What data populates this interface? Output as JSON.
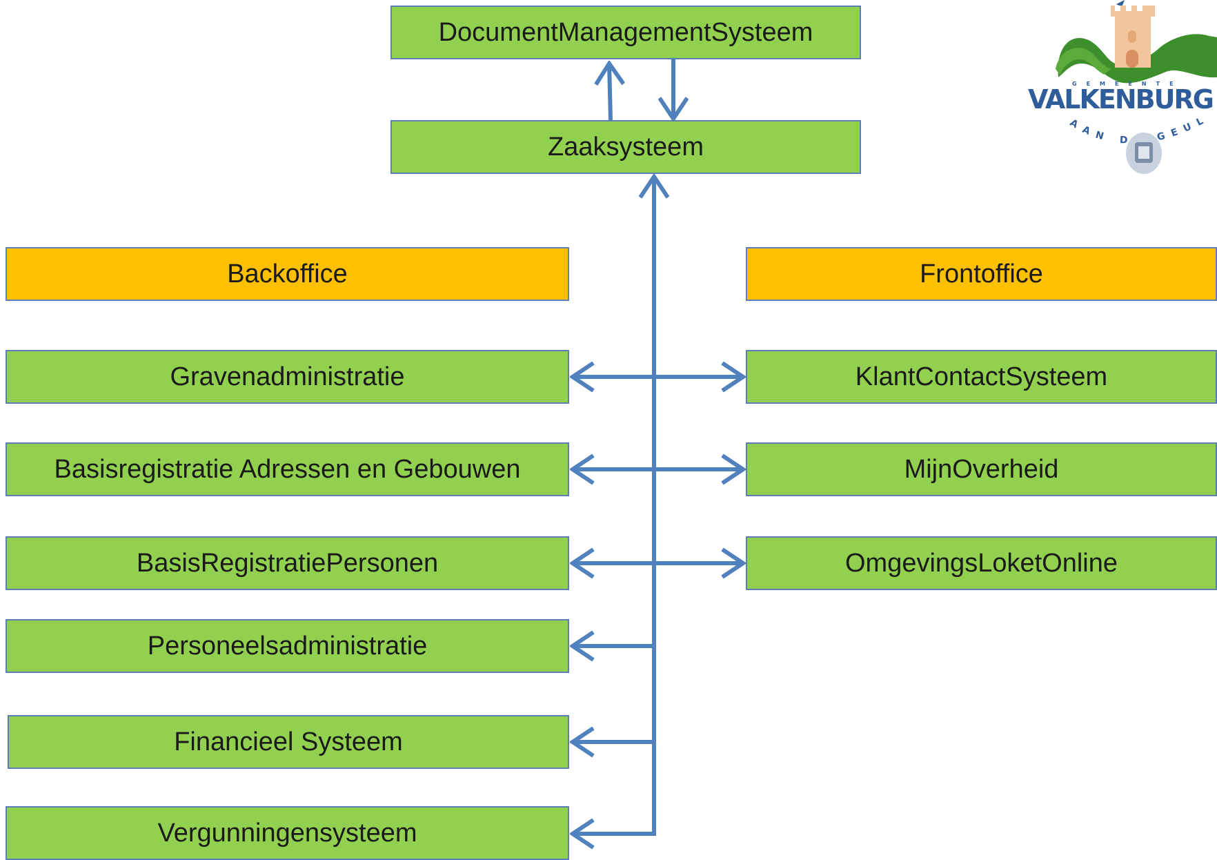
{
  "colors": {
    "system_fill": "#92d050",
    "category_fill": "#ffc000",
    "box_border": "#5b7fb5",
    "connector": "#4f81bd"
  },
  "nodes": {
    "dms": "DocumentManagementSysteem",
    "zaaksysteem": "Zaaksysteem",
    "backoffice": "Backoffice",
    "frontoffice": "Frontoffice",
    "backoffice_systems": [
      "Gravenadministratie",
      "Basisregistratie Adressen en Gebouwen",
      "BasisRegistratiePersonen",
      "Personeelsadministratie",
      "Financieel Systeem",
      "Vergunningensysteem"
    ],
    "frontoffice_systems": [
      "KlantContactSysteem",
      "MijnOverheid",
      "OmgevingsLoketOnline"
    ]
  },
  "logo": {
    "top_text": "GEMEENTE",
    "name": "VALKENBURG",
    "sub_text": "AAN DE GEUL"
  }
}
